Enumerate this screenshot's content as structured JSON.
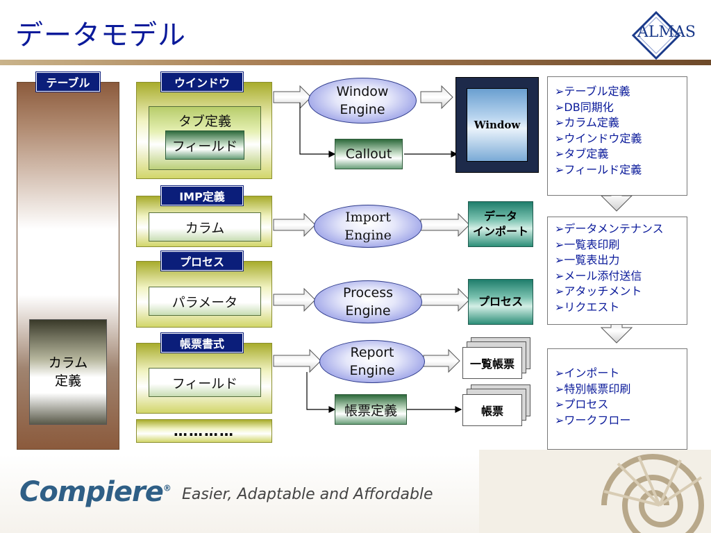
{
  "title": "データモデル",
  "logo_text": "ALMAS",
  "table_panel": {
    "label": "テーブル",
    "column_label": "カラム\n定義"
  },
  "window_group": {
    "tab": "ウインドウ",
    "tab_def": "タブ定義",
    "field": "フィールド"
  },
  "imp_group": {
    "tab": "IMP定義",
    "column": "カラム"
  },
  "process_group": {
    "tab": "プロセス",
    "param": "パラメータ"
  },
  "report_group": {
    "tab": "帳票書式",
    "field": "フィールド"
  },
  "ellipsis": "…………",
  "engines": {
    "window": "Window\nEngine",
    "import": "Import\nEngine",
    "process": "Process\nEngine",
    "report": "Report\nEngine"
  },
  "callout": "Callout",
  "report_def": "帳票定義",
  "outputs": {
    "window": "Window",
    "data_import": "データ\nインポート",
    "process": "プロセス",
    "report_list": "一覧帳票",
    "report": "帳票"
  },
  "lists": {
    "top": [
      "➢テーブル定義",
      "➢DB同期化",
      "➢カラム定義",
      "➢ウインドウ定義",
      "➢タブ定義",
      "➢フィールド定義"
    ],
    "middle": [
      "➢データメンテナンス",
      "➢一覧表印刷",
      "➢一覧表出力",
      "➢メール添付送信",
      "➢アタッチメント",
      "➢リクエスト"
    ],
    "bottom": [
      "➢インポート",
      "➢特別帳票印刷",
      "➢プロセス",
      "➢ワークフロー"
    ]
  },
  "footer": {
    "brand": "Compiere",
    "trademark": "®",
    "tagline": "Easier, Adaptable and Affordable"
  },
  "colors": {
    "title": "#0a1a9a",
    "navy": "#0b1e7a",
    "engine": "#8f96e4"
  }
}
